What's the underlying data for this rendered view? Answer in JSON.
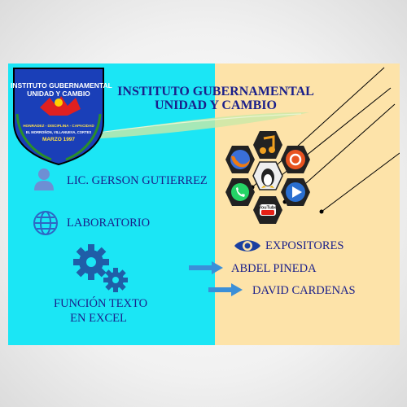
{
  "school": {
    "badge_name_line1": "INSTITUTO GUBERNAMENTAL",
    "badge_name_line2": "UNIDAD Y CAMBIO",
    "badge_motto": "HONRADEZ - DISCIPLINA - CAPACIDAD",
    "badge_location": "EL MORROÑON, VILLANUEVA, CORTES",
    "badge_founded": "MARZO 1997",
    "title_line1": "INSTITUTO GUBERNAMENTAL",
    "title_line2": "UNIDAD Y CAMBIO"
  },
  "teacher": {
    "name": "LIC. GERSON GUTIERREZ",
    "icon": "person-icon"
  },
  "subject": {
    "label": "LABORATORIO",
    "icon": "globe-icon"
  },
  "topic": {
    "line1": "FUNCIÓN TEXTO",
    "line2": "EN EXCEL",
    "icon": "gears-icon"
  },
  "presenters": {
    "heading": "EXPOSITORES",
    "icon": "eye-icon",
    "names": [
      "ABDEL PINEDA",
      "DAVID CARDENAS"
    ]
  },
  "app_icons": [
    "firefox-icon",
    "ubuntu-icon",
    "linux-penguin-icon",
    "whatsapp-icon",
    "youtube-icon",
    "media-player-icon",
    "music-icon"
  ],
  "app_icon_text": {
    "youtube": "YouTube"
  },
  "colors": {
    "left_panel": "#1be6f5",
    "right_panel": "#fde3a9",
    "text": "#1a1f8a",
    "icon_blue": "#1f5ea8",
    "arrow": "#3b8fd8"
  }
}
